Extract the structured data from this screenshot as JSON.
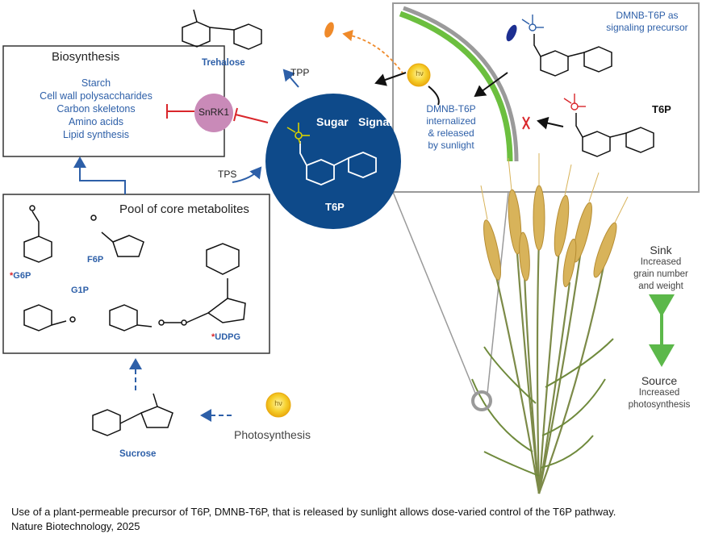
{
  "biosynthesis": {
    "title": "Biosynthesis",
    "items": [
      "Starch",
      "Cell wall polysaccharides",
      "Carbon skeletons",
      "Amino acids",
      "Lipid synthesis"
    ]
  },
  "pool": {
    "title": "Pool of core metabolites",
    "metabolites": {
      "g6p": "G6P",
      "f6p": "F6P",
      "g1p": "G1P",
      "udpg": "UDPG",
      "asterisk": "*"
    }
  },
  "center": {
    "sugar": "Sugar",
    "signal": "Signal",
    "molecule": "T6P"
  },
  "labels": {
    "snrk1": "SnRK1",
    "tpp": "TPP",
    "tps": "TPS",
    "trehalose": "Trehalose",
    "sucrose": "Sucrose",
    "photosynthesis": "Photosynthesis",
    "dmnb_precursor_line1": "DMNB-T6P as",
    "dmnb_precursor_line2": "signaling precursor",
    "t6p_right": "T6P",
    "internalized_lines": [
      "DMNB-T6P",
      "internalized",
      "& released",
      "by sunlight"
    ],
    "hv": "hν"
  },
  "sink_source": {
    "sink": "Sink",
    "sink_desc": [
      "Increased",
      "grain number",
      "and weight"
    ],
    "source": "Source",
    "source_desc": [
      "Increased",
      "photosynthesis"
    ]
  },
  "caption": {
    "line1": "Use of a plant-permeable precursor of T6P, DMNB-T6P, that is released by sunlight allows dose-varied control of the T6P pathway.",
    "line2": "Nature Biotechnology, 2025"
  },
  "colors": {
    "navy": "#0e4a8a",
    "blue_text": "#2d5fa8",
    "snrk1": "#c98ab8",
    "inhibit_red": "#d9262b",
    "green_band": "#6cbf3f",
    "gray_band": "#9a9a9a",
    "sun": "#f4c21b",
    "orange": "#ef8a2a",
    "yellow_phosphate": "#d8d100",
    "wheat": "#d8b35a",
    "stem": "#7c8a48"
  }
}
